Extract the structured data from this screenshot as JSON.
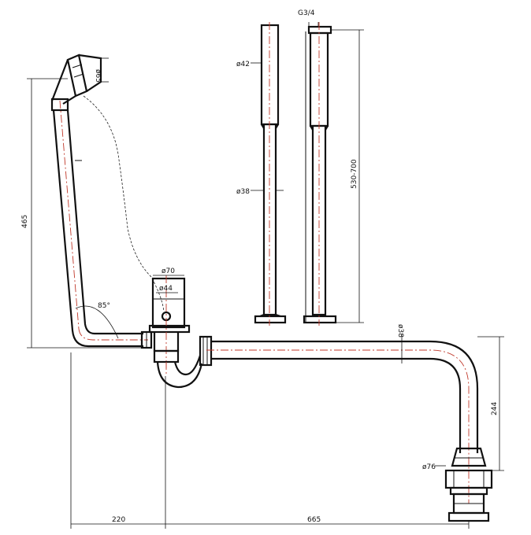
{
  "dimensions": {
    "g34": "G3/4",
    "d42": "ø42",
    "d38": "ø38",
    "h530_700": "530-700",
    "h465": "465",
    "d65": "ø65",
    "a85": "85°",
    "d70": "ø70",
    "d44": "ø44",
    "d38_pipe": "ø38",
    "h244": "244",
    "d76": "ø76",
    "w220": "220",
    "w665": "665"
  },
  "colors": {
    "line": "#111111",
    "centerline": "#c0392b"
  }
}
